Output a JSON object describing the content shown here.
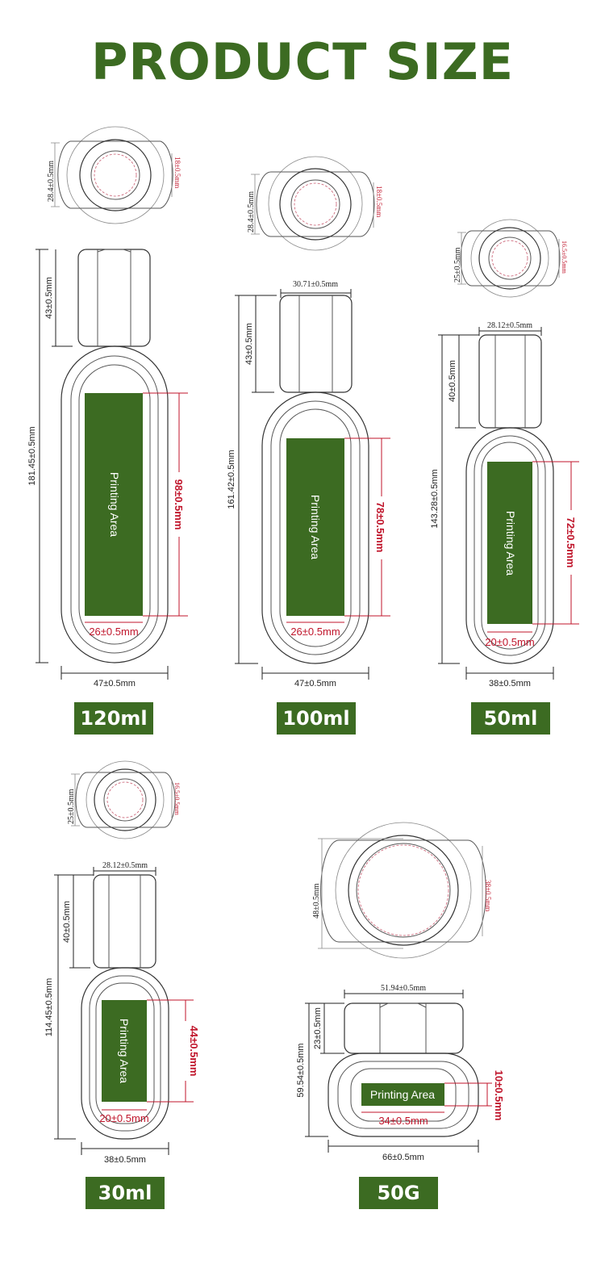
{
  "title": "PRODUCT SIZE",
  "colors": {
    "brand_green": "#3c6b22",
    "dimension_red": "#c0152b",
    "line": "#333333"
  },
  "printing_area_label": "Printing Area",
  "products": [
    {
      "size": "120ml",
      "cap_width": "28.4±0.5mm",
      "neck": "18±0.5mm",
      "height": "181.45±0.5mm",
      "cap_height": "43±0.5mm",
      "print_height": "98±0.5mm",
      "print_width": "26±0.5mm",
      "width": "47±0.5mm"
    },
    {
      "size": "100ml",
      "cap_width": "28.4±0.5mm",
      "neck": "18±0.5mm",
      "top_width": "30.71±0.5mm",
      "height": "161.42±0.5mm",
      "cap_height": "43±0.5mm",
      "print_height": "78±0.5mm",
      "print_width": "26±0.5mm",
      "width": "47±0.5mm"
    },
    {
      "size": "50ml",
      "cap_width": "25±0.5mm",
      "neck": "16.5±0.5mm",
      "top_width": "28.12±0.5mm",
      "height": "143.28±0.5mm",
      "cap_height": "40±0.5mm",
      "print_height": "72±0.5mm",
      "print_width": "20±0.5mm",
      "width": "38±0.5mm"
    },
    {
      "size": "30ml",
      "cap_width": "25±0.5mm",
      "neck": "16.5±0.5mm",
      "top_width": "28.12±0.5mm",
      "height": "114.45±0.5mm",
      "cap_height": "40±0.5mm",
      "print_height": "44±0.5mm",
      "print_width": "20±0.5mm",
      "width": "38±0.5mm"
    },
    {
      "size": "50G",
      "cap_width": "48±0.5mm",
      "neck": "38±0.5mm",
      "top_width": "51.94±0.5mm",
      "height": "59.54±0.5mm",
      "cap_height": "23±0.5mm",
      "print_height": "10±0.5mm",
      "print_width": "34±0.5mm",
      "width": "66±0.5mm"
    }
  ]
}
